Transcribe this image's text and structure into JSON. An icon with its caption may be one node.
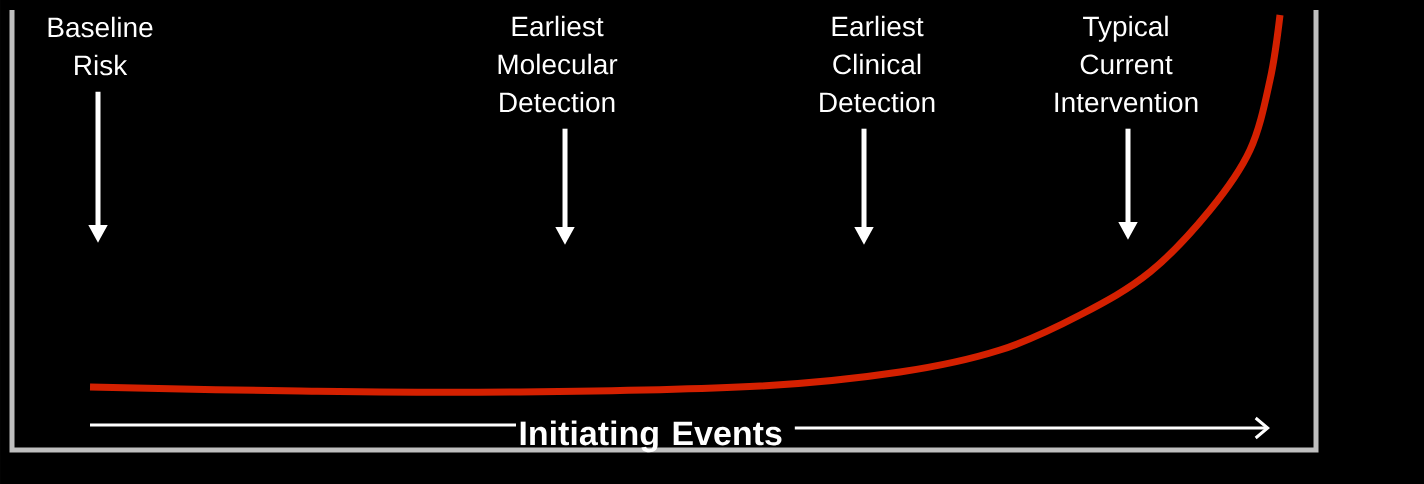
{
  "diagram": {
    "nodes": [
      {
        "text": [
          "Baseline Risk"
        ]
      },
      {
        "text": [
          "Earliest Molecular Detection"
        ]
      },
      {
        "text": [
          "Earliest Clinical Detection"
        ]
      },
      {
        "text": [
          "Typical Current Intervention"
        ]
      },
      {
        "text": [
          "Initiating Events"
        ]
      }
    ],
    "edges": [
      {
        "from": 0,
        "to": null,
        "arrow": "to"
      },
      {
        "from": 1,
        "to": null,
        "arrow": "to"
      },
      {
        "from": 2,
        "to": null,
        "arrow": "to"
      },
      {
        "from": 3,
        "to": null,
        "arrow": "to"
      },
      {
        "from": null,
        "to": 4,
        "arrow": "none"
      },
      {
        "from": 4,
        "to": null,
        "arrow": "to"
      }
    ]
  }
}
